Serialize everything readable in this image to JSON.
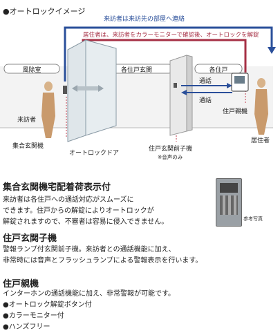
{
  "header": {
    "title": "●オートロックイメージ"
  },
  "diagram": {
    "zones": {
      "vestibule": "風除室",
      "entrance": "各住戸玄関",
      "unit": "各住戸"
    },
    "arrows": {
      "visitor_to_room": "来訪者は来訪先の部屋へ連絡",
      "resident_confirm": "居住者は、来訪者をカラーモニターで確認後、オートロックを解錠",
      "call_upper": "通話",
      "call_lower": "通話"
    },
    "labels": {
      "visitor": "来訪者",
      "lobby_unit": "集合玄関機",
      "auto_door": "オートロックドア",
      "door_sub_unit": "住戸玄関前子機",
      "door_sub_note": "※音声のみ",
      "master_unit": "住戸親機",
      "resident": "居住者"
    },
    "colors": {
      "blue": "#2a4f9a",
      "red": "#a63045",
      "dashed": "#c23a4b"
    }
  },
  "sections": [
    {
      "heading": "集合玄関機宅配着荷表示付",
      "lines": [
        "来訪者は各住戸への通話対応がスムーズに",
        "できます。住戸からの解錠によりオートロックが",
        "解錠されますので、不審者は容易に侵入できません。"
      ]
    },
    {
      "heading": "住戸玄関子機",
      "lines": [
        "警報ランプ付玄関前子機。来訪者との通話機能に加え、",
        "非常時には音声とフラッシュランプによる警報表示を行います。"
      ]
    },
    {
      "heading": "住戸親機",
      "lines": [
        "インターホンの通話機能に加え、非常警報が可能です。",
        "●オートロック解錠ボタン付",
        "●カラーモニター付",
        "●ハンズフリー"
      ]
    }
  ],
  "photo": {
    "caption": "参考写真"
  }
}
